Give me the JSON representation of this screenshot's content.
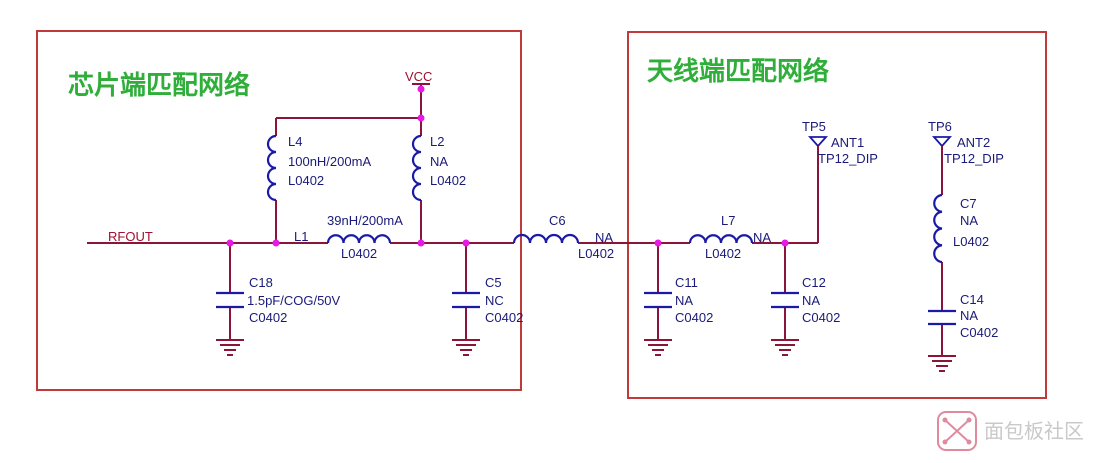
{
  "regions": {
    "chip": {
      "title": "芯片端匹配网络"
    },
    "antenna": {
      "title": "天线端匹配网络"
    }
  },
  "nets": {
    "rfout": "RFOUT",
    "vcc": "VCC"
  },
  "components": {
    "L4": {
      "ref": "L4",
      "value": "100nH/200mA",
      "footprint": "L0402"
    },
    "L2": {
      "ref": "L2",
      "value": "NA",
      "footprint": "L0402"
    },
    "L1": {
      "ref": "L1",
      "value": "39nH/200mA",
      "footprint": "L0402"
    },
    "C18": {
      "ref": "C18",
      "value": "1.5pF/COG/50V",
      "footprint": "C0402"
    },
    "C5": {
      "ref": "C5",
      "value": "NC",
      "footprint": "C0402"
    },
    "C6": {
      "ref": "C6",
      "value": "NA",
      "footprint": "L0402"
    },
    "C11": {
      "ref": "C11",
      "value": "NA",
      "footprint": "C0402"
    },
    "L7": {
      "ref": "L7",
      "value": "NA",
      "footprint": "L0402"
    },
    "C12": {
      "ref": "C12",
      "value": "NA",
      "footprint": "C0402"
    },
    "TP5": {
      "ref": "TP5",
      "name": "ANT1",
      "footprint": "TP12_DIP"
    },
    "TP6": {
      "ref": "TP6",
      "name": "ANT2",
      "footprint": "TP12_DIP"
    },
    "C7": {
      "ref": "C7",
      "value": "NA",
      "footprint": "L0402"
    },
    "C14": {
      "ref": "C14",
      "value": "NA",
      "footprint": "C0402"
    }
  },
  "watermark": {
    "text": "面包板社区",
    "icon": "breadboard-logo-icon"
  },
  "colors": {
    "wire": "#8b1538",
    "component": "#1a1aa6",
    "junction": "#e619e6",
    "region_border": "#c03a3a",
    "region_title": "#2fae3a"
  }
}
